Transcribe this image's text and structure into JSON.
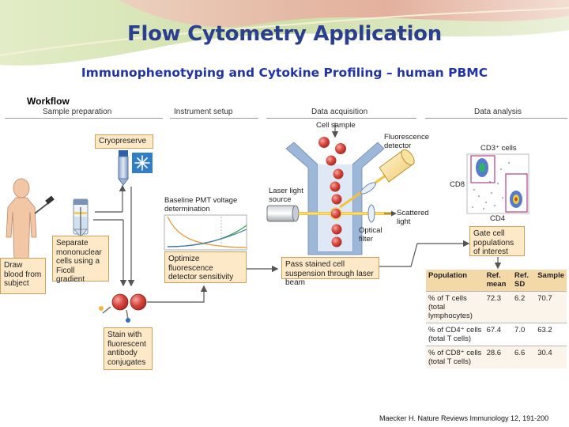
{
  "slide": {
    "title": "Flow Cytometry Application",
    "subtitle": "Immunophenotyping and Cytokine Profiling – human PBMC",
    "workflow_label": "Workflow",
    "citation": "Maecker H. Nature Reviews Immunology 12, 191-200"
  },
  "stages": {
    "sample_preparation": "Sample preparation",
    "instrument_setup": "Instrument setup",
    "data_acquisition": "Data acquisition",
    "data_analysis": "Data analysis"
  },
  "boxes": {
    "cryopreserve": "Cryopreserve",
    "draw_blood": "Draw blood from subject",
    "separate": "Separate mononuclear cells using a Ficoll gradient",
    "stain": "Stain with fluorescent antibody conjugates",
    "optimize": "Optimize fluorescence detector sensitivity",
    "pass_cells": "Pass stained cell suspension through laser beam",
    "gate": "Gate cell populations of interest"
  },
  "labels": {
    "baseline_pmt": "Baseline PMT voltage determination",
    "cell_sample": "Cell sample",
    "fluorescence_detector": "Fluorescence detector",
    "laser_light_source": "Laser light source",
    "optical_filter": "Optical filter",
    "scattered_light": "Scattered light",
    "cd3_cells": "CD3⁺ cells",
    "cd8": "CD8",
    "cd4": "CD4"
  },
  "table": {
    "headers": [
      "Population",
      "Ref. mean",
      "Ref. SD",
      "Sample"
    ],
    "rows": [
      [
        "% of T cells (total lymphocytes)",
        "72.3",
        "6.2",
        "70.7"
      ],
      [
        "% of CD4⁺ cells (total T cells)",
        "67.4",
        "7.0",
        "63.2"
      ],
      [
        "% of CD8⁺ cells (total T cells)",
        "28.6",
        "6.6",
        "30.4"
      ]
    ]
  },
  "colors": {
    "title": "#2a3f8f",
    "subtitle": "#2233a6",
    "box_fill": "#fde9c7",
    "box_border": "#c9a15a",
    "gate_border": "#b0408a",
    "cell_red": "#cc3a33"
  }
}
